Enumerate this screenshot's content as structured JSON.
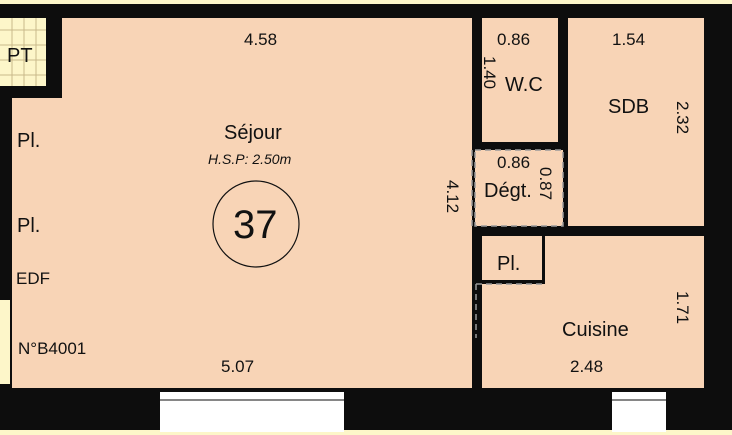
{
  "colors": {
    "wall": "#0d0d0d",
    "floor": "#f8d4b6",
    "exterior": "#fdf6c9",
    "window": "#ffffff",
    "dashed": "#9a9a9a"
  },
  "rooms": {
    "pt": {
      "label": "PT"
    },
    "placard_1": {
      "label": "Pl."
    },
    "placard_2": {
      "label": "Pl."
    },
    "edf": {
      "label": "EDF"
    },
    "sejour": {
      "label": "Séjour",
      "hsp": "H.S.P: 2.50m",
      "width_top": "4.58",
      "depth": "4.12",
      "width_bottom": "5.07"
    },
    "wc": {
      "label": "W.C",
      "width": "0.86",
      "depth": "1.40"
    },
    "sdb": {
      "label": "SDB",
      "width": "1.54",
      "depth": "2.32"
    },
    "degagement": {
      "label": "Dégt.",
      "width": "0.86",
      "depth": "0.87"
    },
    "placard_kitchen": {
      "label": "Pl."
    },
    "cuisine": {
      "label": "Cuisine",
      "width": "2.48",
      "depth": "1.71"
    }
  },
  "apartment": {
    "number": "37",
    "reference": "N°B4001"
  }
}
